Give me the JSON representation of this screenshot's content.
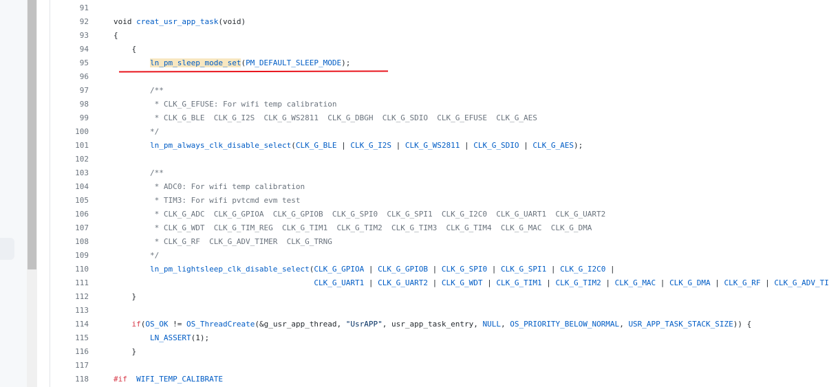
{
  "lines": [
    {
      "n": "91"
    },
    {
      "n": "92"
    },
    {
      "n": "93"
    },
    {
      "n": "94"
    },
    {
      "n": "95"
    },
    {
      "n": "96"
    },
    {
      "n": "97"
    },
    {
      "n": "98"
    },
    {
      "n": "99"
    },
    {
      "n": "100"
    },
    {
      "n": "101"
    },
    {
      "n": "102"
    },
    {
      "n": "103"
    },
    {
      "n": "104"
    },
    {
      "n": "105"
    },
    {
      "n": "106"
    },
    {
      "n": "107"
    },
    {
      "n": "108"
    },
    {
      "n": "109"
    },
    {
      "n": "110"
    },
    {
      "n": "111"
    },
    {
      "n": "112"
    },
    {
      "n": "113"
    },
    {
      "n": "114"
    },
    {
      "n": "115"
    },
    {
      "n": "116"
    },
    {
      "n": "117"
    },
    {
      "n": "118"
    }
  ],
  "t": {
    "void": "void",
    "creat_fn": "creat_usr_app_task",
    "void_params": "(void)",
    "lbrace": "{",
    "rbrace": "}",
    "sleep_fn": "ln_pm_sleep_mode_set",
    "lparen": "(",
    "rparen_semi": ");",
    "sleep_arg": "PM_DEFAULT_SLEEP_MODE",
    "c_open": "/**",
    "c_close": "*/",
    "c98": " * CLK_G_EFUSE: For wifi temp calibration",
    "c99": " * CLK_G_BLE  CLK_G_I2S  CLK_G_WS2811  CLK_G_DBGH  CLK_G_SDIO  CLK_G_EFUSE  CLK_G_AES",
    "always_fn": "ln_pm_always_clk_disable_select",
    "pipe": " | ",
    "ble": "CLK_G_BLE",
    "i2s": "CLK_G_I2S",
    "ws2811": "CLK_G_WS2811",
    "sdio": "CLK_G_SDIO",
    "aes": "CLK_G_AES",
    "c104": " * ADC0: For wifi temp calibration",
    "c105": " * TIM3: For wifi pvtcmd evm test",
    "c106": " * CLK_G_ADC  CLK_G_GPIOA  CLK_G_GPIOB  CLK_G_SPI0  CLK_G_SPI1  CLK_G_I2C0  CLK_G_UART1  CLK_G_UART2",
    "c107": " * CLK_G_WDT  CLK_G_TIM_REG  CLK_G_TIM1  CLK_G_TIM2  CLK_G_TIM3  CLK_G_TIM4  CLK_G_MAC  CLK_G_DMA",
    "c108": " * CLK_G_RF  CLK_G_ADV_TIMER  CLK_G_TRNG",
    "light_fn": "ln_pm_lightsleep_clk_disable_select",
    "gpioa": "CLK_G_GPIOA",
    "gpiob": "CLK_G_GPIOB",
    "spi0": "CLK_G_SPI0",
    "spi1": "CLK_G_SPI1",
    "i2c0": "CLK_G_I2C0",
    "pipe_end": " |",
    "uart1": "CLK_G_UART1",
    "uart2": "CLK_G_UART2",
    "wdt": "CLK_G_WDT",
    "tim1": "CLK_G_TIM1",
    "tim2": "CLK_G_TIM2",
    "mac": "CLK_G_MAC",
    "dma": "CLK_G_DMA",
    "rf": "CLK_G_RF",
    "adv_trunc": "CLK_G_ADV_TIM",
    "if": "if",
    "os_ok": "OS_OK",
    "neq": " != ",
    "thread_create": "OS_ThreadCreate",
    "thread_args1": "(&g_usr_app_thread, ",
    "usrapp_str": "\"UsrAPP\"",
    "thread_args2": ", usr_app_task_entry, ",
    "null": "NULL",
    "comma": ", ",
    "prio": "OS_PRIORITY_BELOW_NORMAL",
    "stack": "USR_APP_TASK_STACK_SIZE",
    "tail": ")) {",
    "assert": "LN_ASSERT",
    "assert_arg": "(1);",
    "pp_if": "#if",
    "temp_cal": "WIFI_TEMP_CALIBRATE"
  }
}
